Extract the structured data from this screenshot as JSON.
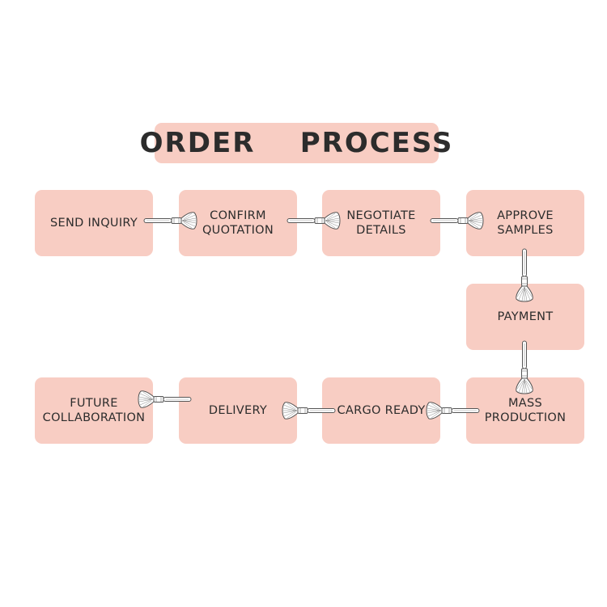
{
  "title": "ORDER    PROCESS",
  "steps": [
    {
      "id": "send-inquiry",
      "label": "SEND INQUIRY"
    },
    {
      "id": "confirm-quotation",
      "label": "CONFIRM\nQUOTATION"
    },
    {
      "id": "negotiate-details",
      "label": "NEGOTIATE\nDETAILS"
    },
    {
      "id": "approve-samples",
      "label": "APPROVE\nSAMPLES"
    },
    {
      "id": "payment",
      "label": "PAYMENT"
    },
    {
      "id": "mass-production",
      "label": "MASS\nPRODUCTION"
    },
    {
      "id": "cargo-ready",
      "label": "CARGO READY"
    },
    {
      "id": "delivery",
      "label": "DELIVERY"
    },
    {
      "id": "future-collaboration",
      "label": "FUTURE\nCOLLABORATION"
    }
  ],
  "connector_icon": "makeup-brush-icon",
  "colors": {
    "box_fill": "#f8cdc3",
    "text": "#2c2c2c",
    "brush_outline": "#555555"
  }
}
